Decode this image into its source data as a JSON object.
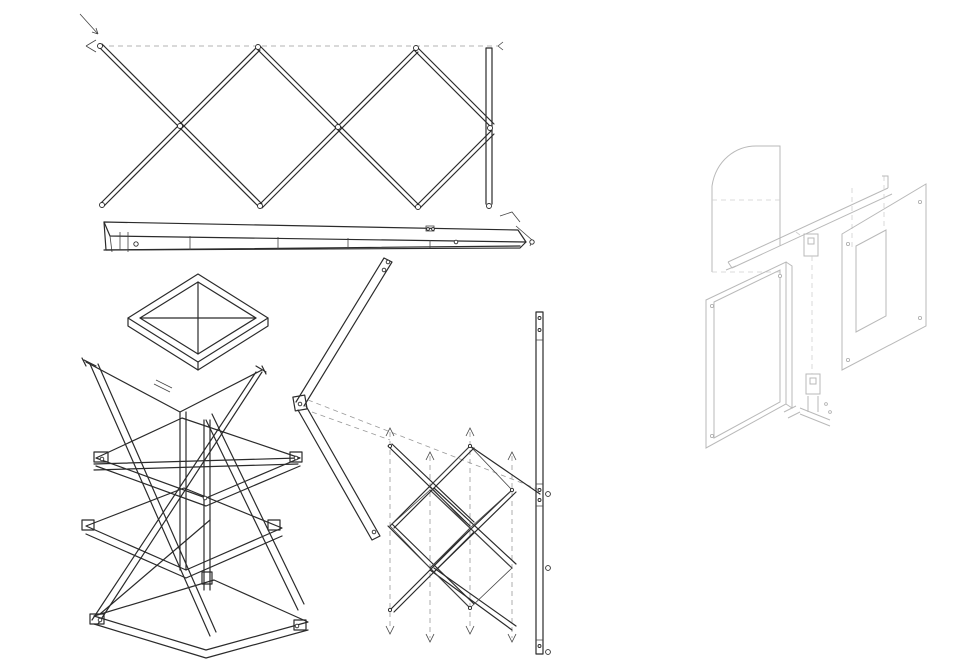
{
  "drawing": {
    "background": "#ffffff",
    "line_color": "#2b2b2b",
    "light_line_color": "#b9b9b9",
    "hidden_line_color": "#9a9a9a"
  },
  "views": [
    {
      "id": "scissor-truss-elevation"
    },
    {
      "id": "square-frame-module"
    },
    {
      "id": "crossed-stand-axonometric"
    },
    {
      "id": "folding-arm-detail"
    },
    {
      "id": "scissor-stack-exploded"
    },
    {
      "id": "vertical-post"
    },
    {
      "id": "panel-assembly-exploded"
    }
  ]
}
